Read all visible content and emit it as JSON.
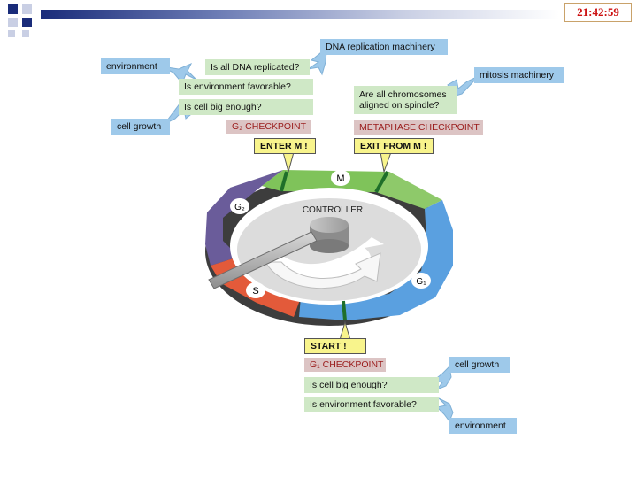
{
  "header": {
    "time": "21:42:59"
  },
  "colors": {
    "blue_box": "#9ec9ea",
    "green_box": "#cfe8c6",
    "pink_box": "#dcc4c4",
    "yellow_box": "#f8f48c"
  },
  "labels": {
    "dna_replication_machinery": "DNA replication machinery",
    "environment_top": "environment",
    "q_dna_replicated": "Is all DNA replicated?",
    "q_env_favorable_top": "Is environment favorable?",
    "q_cell_big_top": "Is cell big enough?",
    "cell_growth_top": "cell growth",
    "g2_checkpoint": "G₂ CHECKPOINT",
    "mitosis_machinery": "mitosis machinery",
    "q_chromosomes_aligned_1": "Are all chromosomes",
    "q_chromosomes_aligned_2": "aligned on spindle?",
    "metaphase_checkpoint": "METAPHASE CHECKPOINT",
    "enter_m": "ENTER M !",
    "exit_m": "EXIT FROM M !",
    "start": "START !",
    "g1_checkpoint": "G₁ CHECKPOINT",
    "cell_growth_bottom": "cell growth",
    "q_cell_big_bottom": "Is cell big enough?",
    "q_env_favorable_bottom": "Is environment favorable?",
    "environment_bottom": "environment"
  },
  "cycle": {
    "controller": "CONTROLLER",
    "phase_m": "M",
    "phase_g2": "G₂",
    "phase_s": "S",
    "phase_g1": "G₁"
  }
}
